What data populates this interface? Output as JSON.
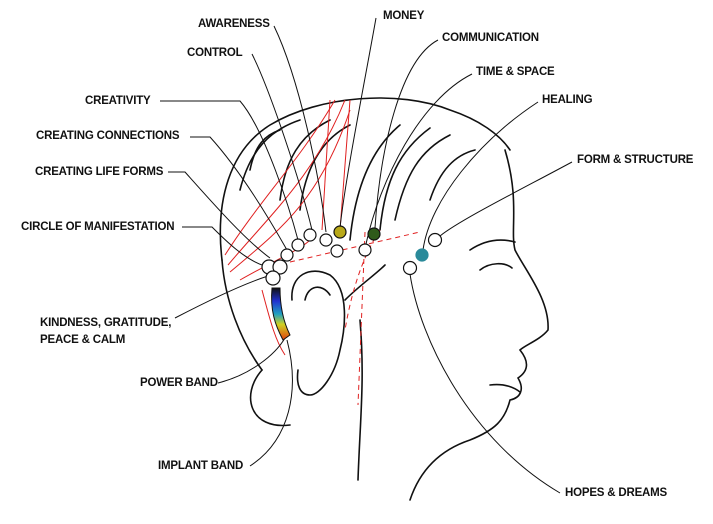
{
  "labels": {
    "awareness": "AWARENESS",
    "money": "MONEY",
    "control": "CONTROL",
    "communication": "COMMUNICATION",
    "time_space": "TIME & SPACE",
    "creativity": "CREATIVITY",
    "healing": "HEALING",
    "creating_connections": "CREATING CONNECTIONS",
    "creating_life_forms": "CREATING LIFE FORMS",
    "form_structure": "FORM & STRUCTURE",
    "circle_of_manifestation": "CIRCLE OF MANIFESTATION",
    "kindness_line1": "KINDNESS, GRATITUDE,",
    "kindness_line2": "PEACE & CALM",
    "power_band": "POWER BAND",
    "implant_band": "IMPLANT BAND",
    "hopes_dreams": "HOPES & DREAMS"
  },
  "colors": {
    "money": "#b8a818",
    "communication": "#2f5a1a",
    "healing": "#2a8a9a",
    "guide_lines": "#e02020"
  }
}
